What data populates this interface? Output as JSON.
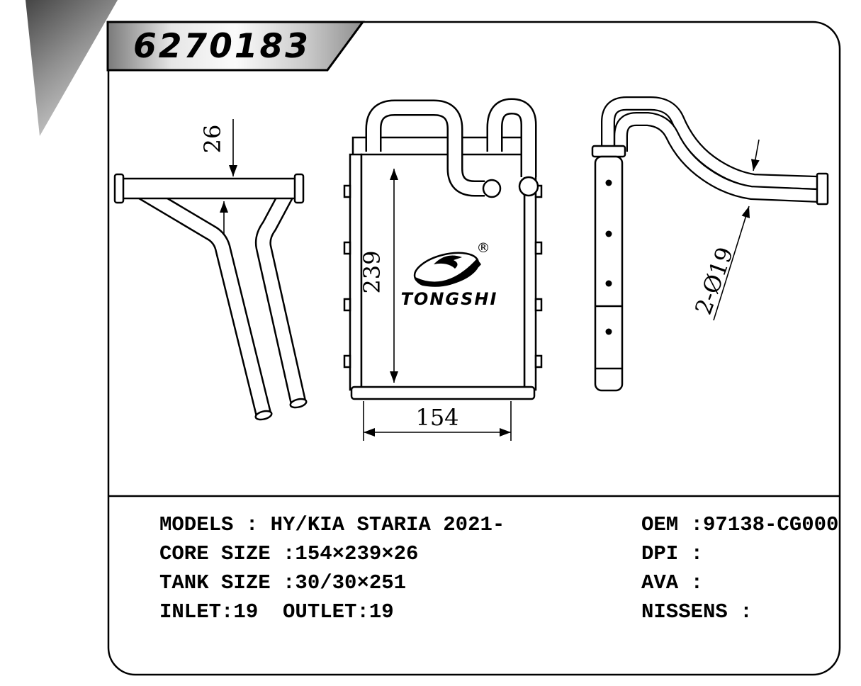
{
  "banner": {
    "part_number": "6270183"
  },
  "drawing": {
    "dim_depth": "26",
    "dim_height": "239",
    "dim_width": "154",
    "dim_pipes": "2-Ø19",
    "logo": {
      "text": "TONGSHI",
      "registered": "®"
    }
  },
  "specs": {
    "left": [
      "MODELS : HY/KIA STARIA 2021-",
      "CORE SIZE :154×239×26",
      "TANK SIZE :30/30×251",
      "INLET:19  OUTLET:19"
    ],
    "right": [
      "OEM :97138-CG000",
      "DPI :",
      "AVA :",
      "NISSENS :"
    ]
  }
}
